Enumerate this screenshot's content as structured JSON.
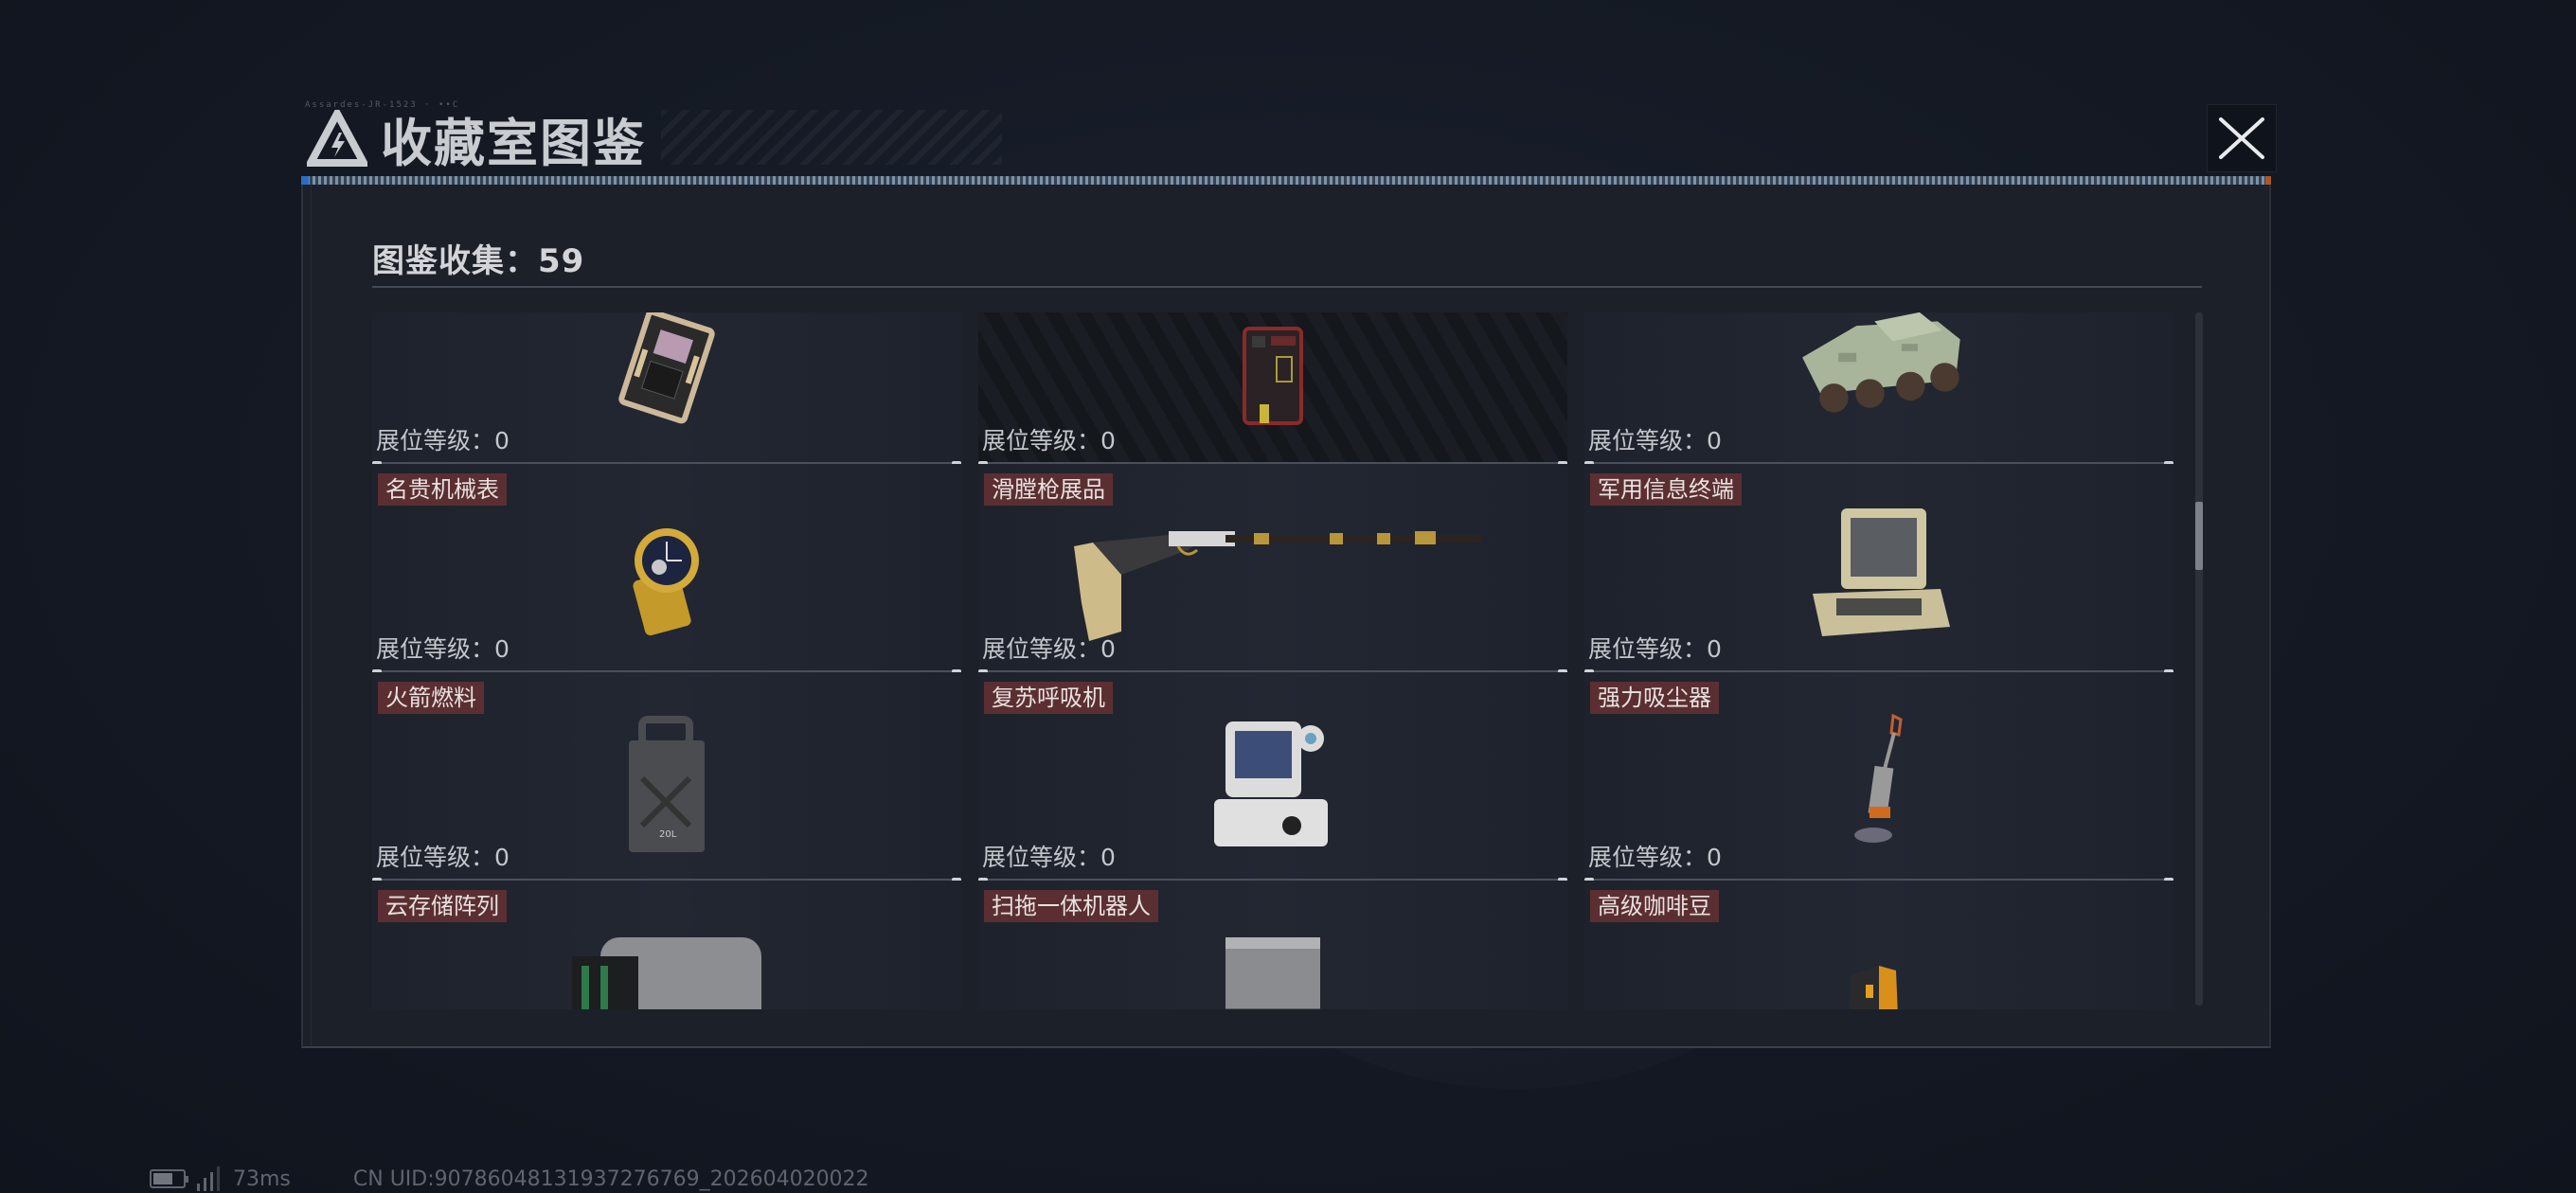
{
  "window": {
    "title": "收藏室图鉴",
    "tiny_code": "Assardes-JR-1523 · ••C",
    "close_icon": "close-icon",
    "accent_stripe_color": "#8ea7bf"
  },
  "collection": {
    "header_label": "图鉴收集：",
    "count": "59"
  },
  "items": [
    {
      "name": "",
      "level_label": "展位等级：",
      "level": "0",
      "icon": "circuit-board-icon",
      "dark": false
    },
    {
      "name": "",
      "level_label": "展位等级：",
      "level": "0",
      "icon": "aed-defibrillator-icon",
      "dark": true
    },
    {
      "name": "",
      "level_label": "展位等级：",
      "level": "0",
      "icon": "armored-vehicle-icon",
      "dark": false
    },
    {
      "name": "名贵机械表",
      "level_label": "展位等级：",
      "level": "0",
      "icon": "gold-watch-icon",
      "dark": false
    },
    {
      "name": "滑膛枪展品",
      "level_label": "展位等级：",
      "level": "0",
      "icon": "musket-icon",
      "dark": false
    },
    {
      "name": "军用信息终端",
      "level_label": "展位等级：",
      "level": "0",
      "icon": "military-terminal-icon",
      "dark": false
    },
    {
      "name": "火箭燃料",
      "level_label": "展位等级：",
      "level": "0",
      "icon": "fuel-canister-icon",
      "dark": false
    },
    {
      "name": "复苏呼吸机",
      "level_label": "展位等级：",
      "level": "0",
      "icon": "ventilator-icon",
      "dark": false
    },
    {
      "name": "强力吸尘器",
      "level_label": "展位等级：",
      "level": "0",
      "icon": "vacuum-cleaner-icon",
      "dark": false
    },
    {
      "name": "云存储阵列",
      "level_label": "",
      "level": "",
      "icon": "storage-array-icon",
      "dark": false
    },
    {
      "name": "扫拖一体机器人",
      "level_label": "",
      "level": "",
      "icon": "mop-robot-icon",
      "dark": false
    },
    {
      "name": "高级咖啡豆",
      "level_label": "",
      "level": "",
      "icon": "coffee-bag-icon",
      "dark": false
    }
  ],
  "status_bar": {
    "battery_icon": "battery-icon",
    "signal_icon": "signal-icon",
    "ping": "73ms",
    "uid": "CN UID:9078604813193727676​9_202604020022"
  },
  "colors": {
    "name_tag_bg": "#5b2f31",
    "panel_bg": "#1c2029",
    "page_bg": "#151a25"
  }
}
